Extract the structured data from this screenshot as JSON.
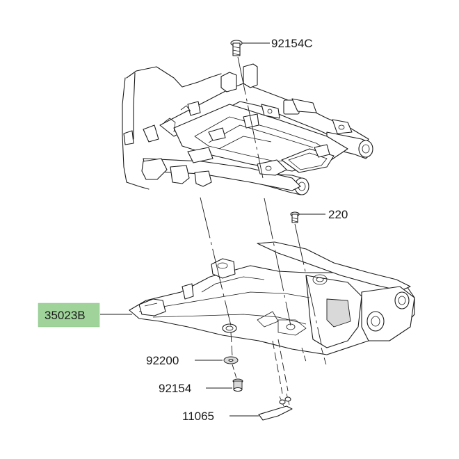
{
  "parts": [
    {
      "id": "92154C",
      "highlighted": false
    },
    {
      "id": "220",
      "highlighted": false
    },
    {
      "id": "35023B",
      "highlighted": true
    },
    {
      "id": "92200",
      "highlighted": false
    },
    {
      "id": "92154",
      "highlighted": false
    },
    {
      "id": "11065",
      "highlighted": false
    }
  ],
  "highlight_color": "#9fd39a"
}
